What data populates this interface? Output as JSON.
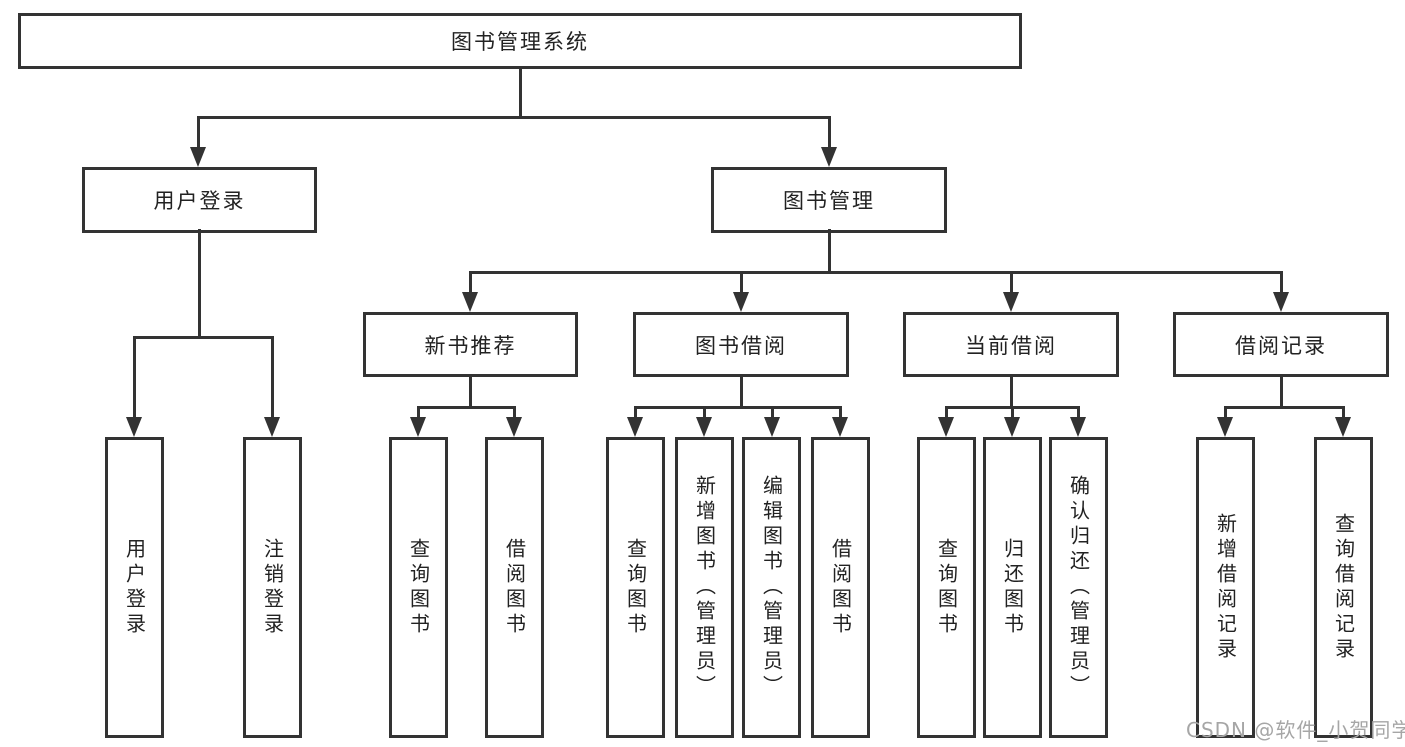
{
  "tree": {
    "root": "图书管理系统",
    "user": {
      "label": "用户登录",
      "children": [
        "用户登录",
        "注销登录"
      ]
    },
    "books": {
      "label": "图书管理",
      "sections": [
        {
          "label": "新书推荐",
          "children": [
            "查询图书",
            "借阅图书"
          ]
        },
        {
          "label": "图书借阅",
          "children": [
            "查询图书",
            "新增图书（管理员）",
            "编辑图书（管理员）",
            "借阅图书"
          ]
        },
        {
          "label": "当前借阅",
          "children": [
            "查询图书",
            "归还图书",
            "确认归还（管理员）"
          ]
        },
        {
          "label": "借阅记录",
          "children": [
            "新增借阅记录",
            "查询借阅记录"
          ]
        }
      ]
    }
  },
  "watermark": {
    "text": "CSDN @软件_小贺同学"
  },
  "colors": {
    "line": "#333333",
    "box_border": "#333333",
    "text": "#222222",
    "watermark": "#a6a6a6",
    "background": "#ffffff"
  }
}
